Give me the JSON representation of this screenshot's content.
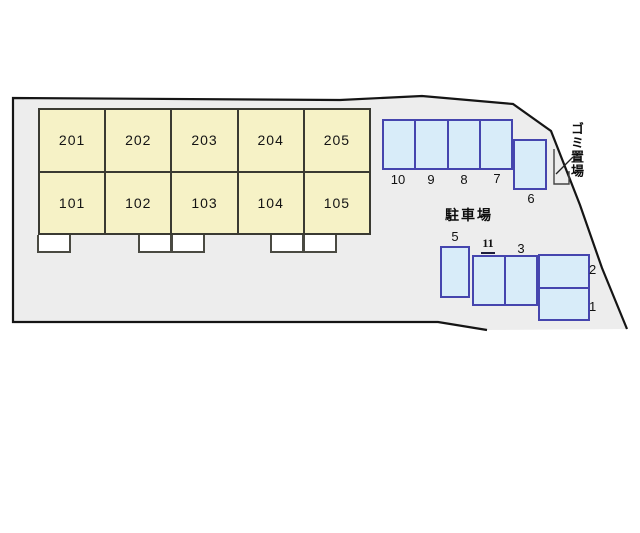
{
  "plan": {
    "area_label": "駐車場",
    "garbage_label": "ゴミ置場",
    "building": {
      "upper_rooms": [
        "201",
        "202",
        "203",
        "204",
        "205"
      ],
      "lower_rooms": [
        "101",
        "102",
        "103",
        "104",
        "105"
      ]
    },
    "parking_spaces": {
      "row_top": [
        "10",
        "9",
        "8",
        "7"
      ],
      "s6": "6",
      "s5": "5",
      "s11": "11",
      "s3": "3",
      "s2": "2",
      "s1": "1"
    },
    "colors": {
      "site_fill": "#ededed",
      "boundary_line": "#151515",
      "building_fill": "#f6f2c6",
      "building_border": "#3a3a32",
      "parking_fill": "#d8ecf9",
      "parking_border": "#4545ae"
    }
  }
}
